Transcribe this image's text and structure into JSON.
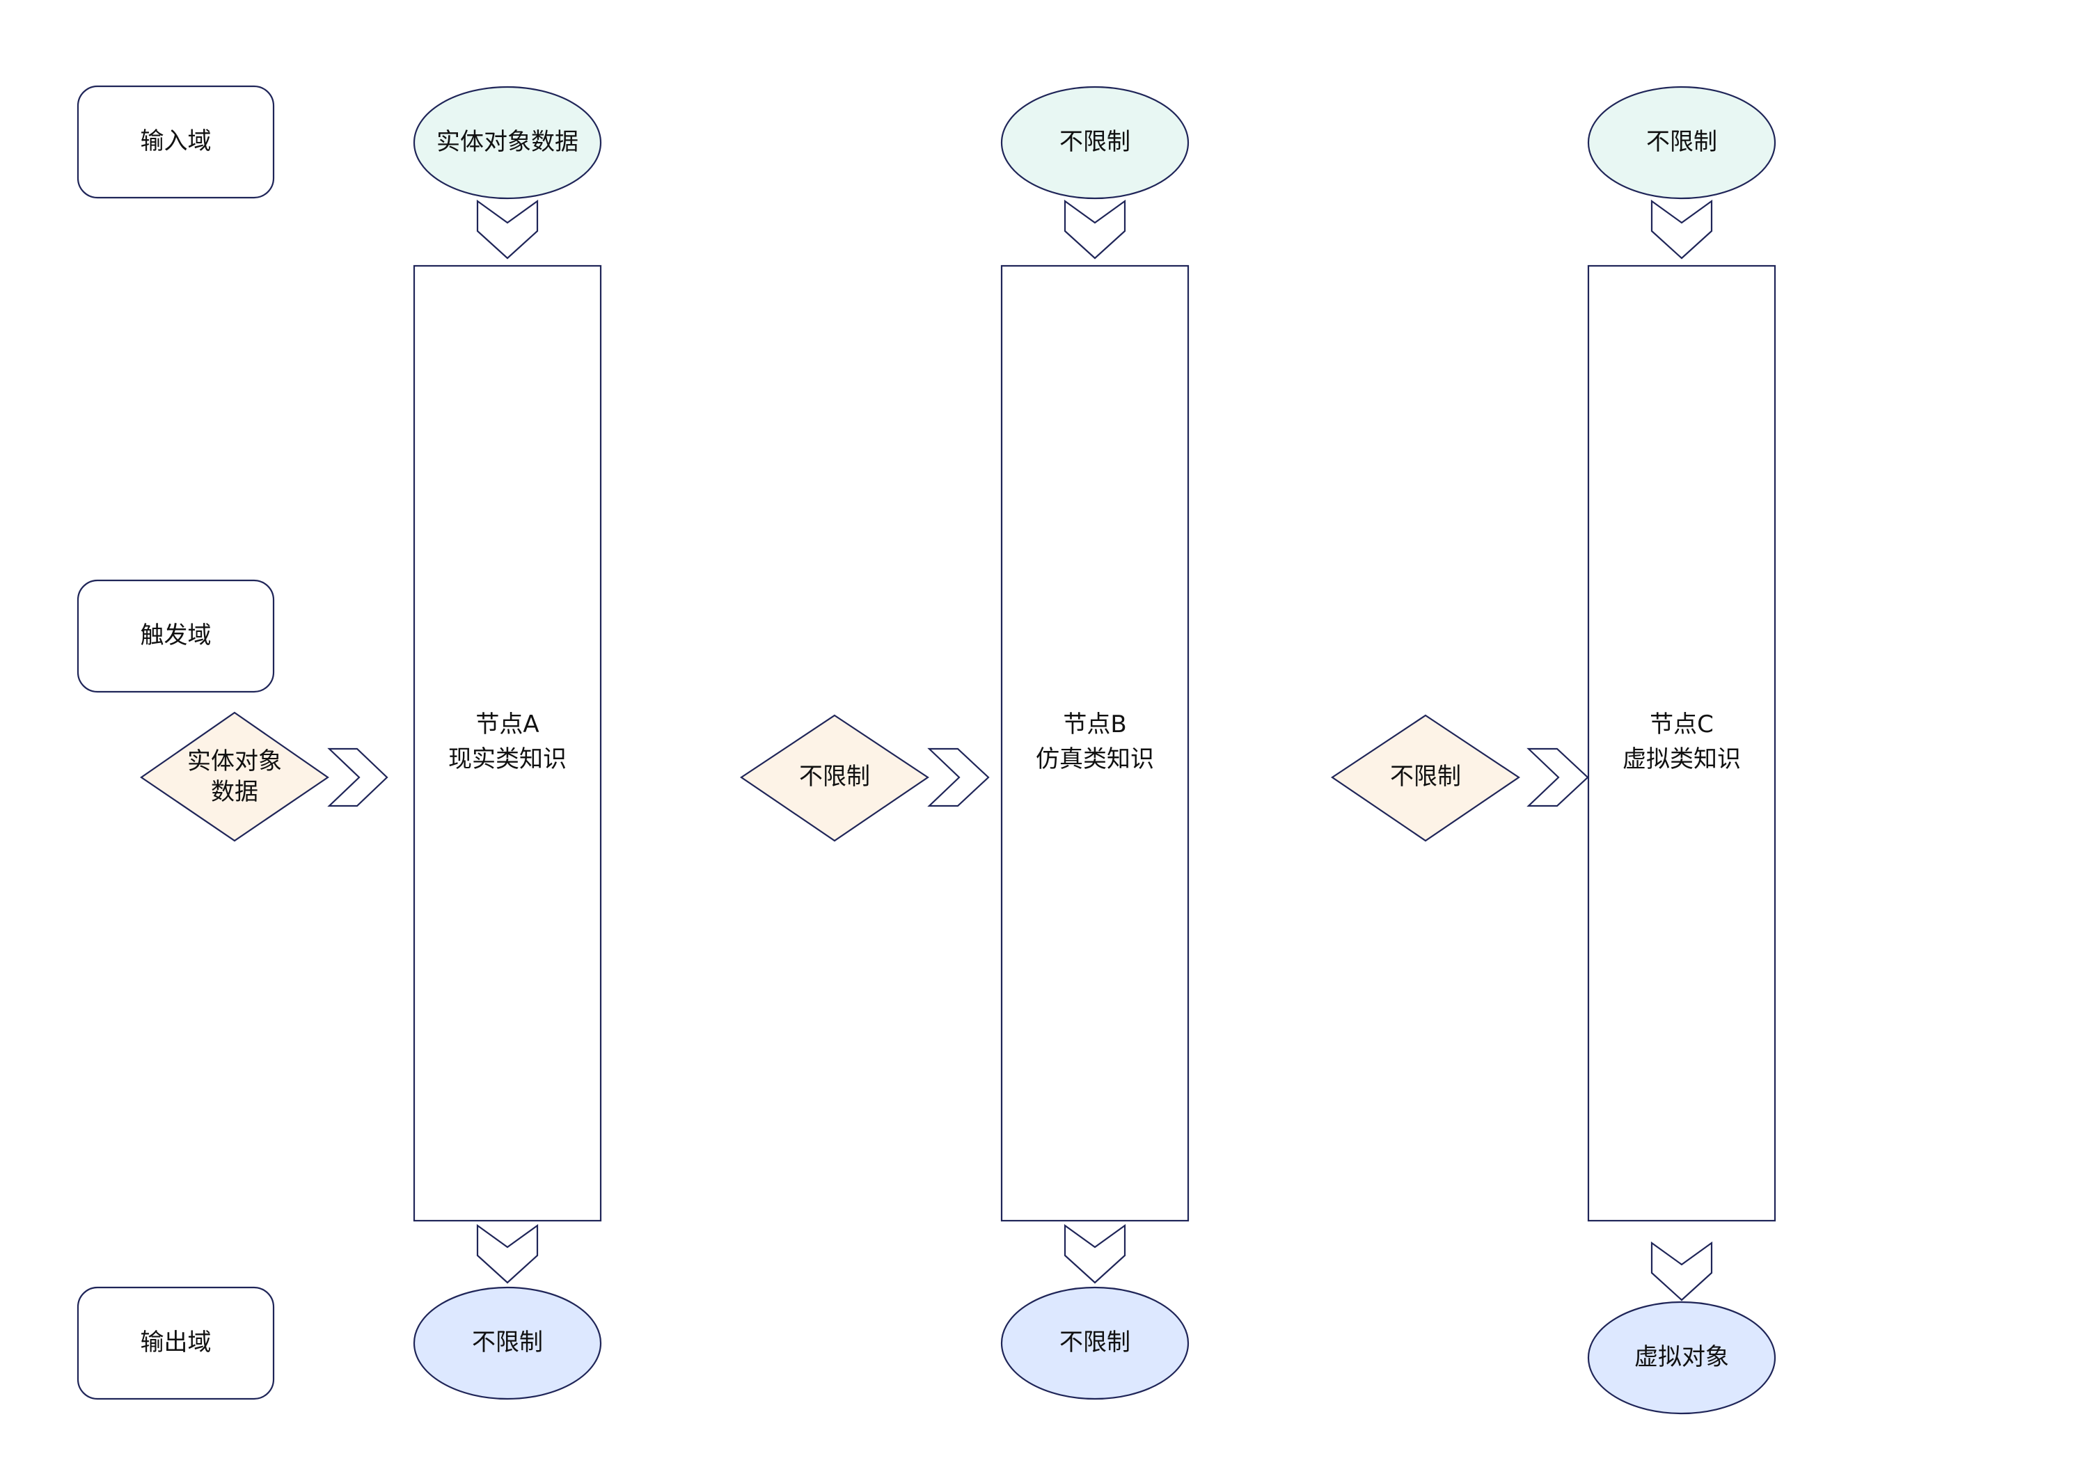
{
  "domains": {
    "input": "输入域",
    "trigger": "触发域",
    "output": "输出域"
  },
  "nodes": [
    {
      "input": "实体对象数据",
      "trigger": "实体对象\n数据",
      "title": "节点A",
      "category": "现实类知识",
      "output": "不限制"
    },
    {
      "input": "不限制",
      "trigger": "不限制",
      "title": "节点B",
      "category": "仿真类知识",
      "output": "不限制"
    },
    {
      "input": "不限制",
      "trigger": "不限制",
      "title": "节点C",
      "category": "虚拟类知识",
      "output": "虚拟对象"
    }
  ],
  "colors": {
    "stroke": "#1f2558",
    "input_fill": "#e8f7f3",
    "trigger_fill": "#fdf3e7",
    "output_fill": "#dde8ff",
    "box_fill": "#ffffff"
  }
}
